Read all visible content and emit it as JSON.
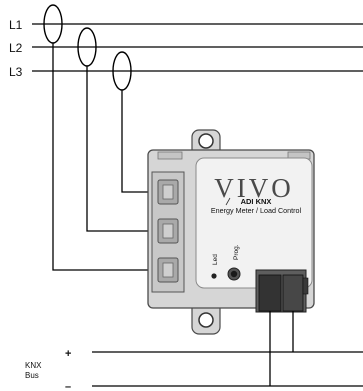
{
  "phases": [
    {
      "id": "L1",
      "label": "L1"
    },
    {
      "id": "L2",
      "label": "L2"
    },
    {
      "id": "L3",
      "label": "L3"
    }
  ],
  "device": {
    "brand": "VIVO",
    "model": "ADI KNX",
    "description": "Energy Meter / Load Control",
    "led_label": "Led",
    "prog_label": "Prog."
  },
  "bus": {
    "label_line1": "KNX",
    "label_line2": "Bus",
    "plus": "+",
    "minus": "–"
  },
  "colors": {
    "line": "#000000",
    "device_body": "#d6d6d6",
    "device_panel": "#f2f2f2",
    "clamp_face": "#b3b3b3",
    "terminal": "#2e2e2e"
  }
}
